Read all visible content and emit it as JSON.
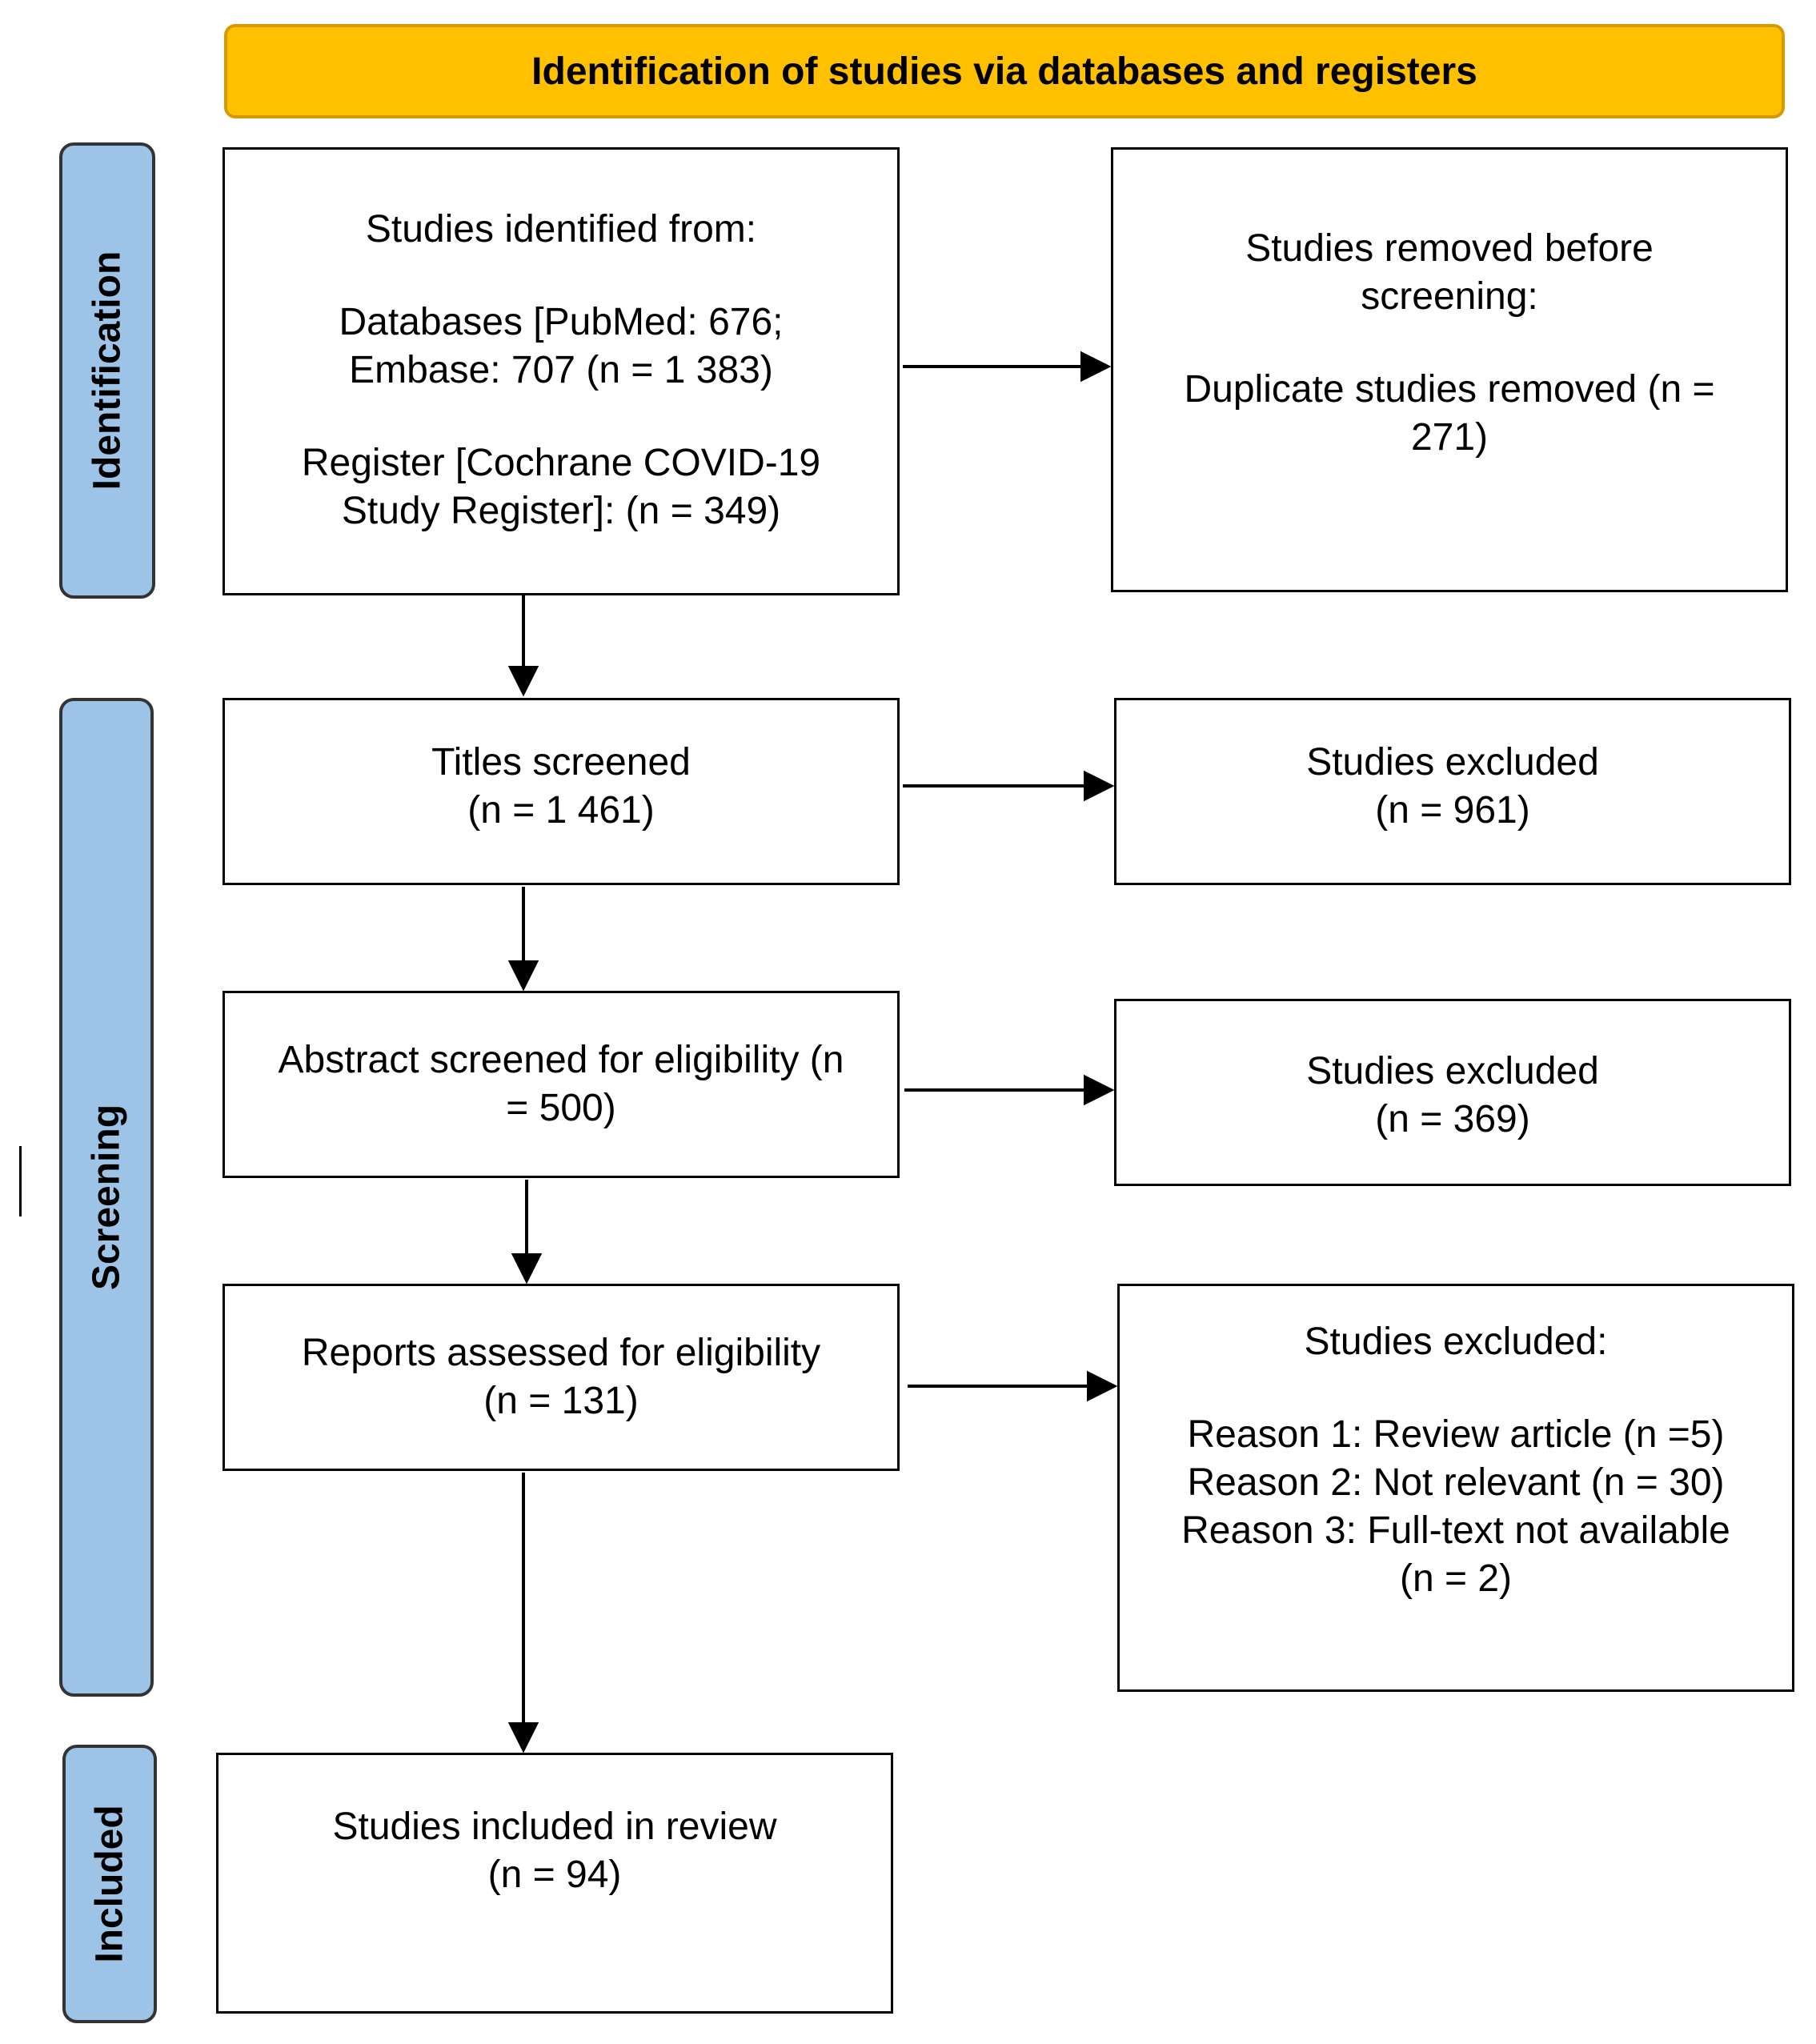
{
  "header": {
    "title": "Identification of studies via databases and registers"
  },
  "stages": {
    "identification": "Identification",
    "screening": "Screening",
    "included": "Included"
  },
  "boxes": {
    "identified": {
      "heading": "Studies identified from:",
      "databases_line1": "Databases [PubMed: 676;",
      "databases_line2": "Embase: 707 (n = 1 383)",
      "register_line1": "Register [Cochrane COVID-19",
      "register_line2": "Study Register]: (n = 349)"
    },
    "removed": {
      "heading_line1": "Studies removed before",
      "heading_line2": "screening:",
      "detail_line1": "Duplicate studies removed (n =",
      "detail_line2": "271)"
    },
    "titles": {
      "line1": "Titles screened",
      "line2": "(n = 1 461)"
    },
    "excluded_titles": {
      "line1": "Studies excluded",
      "line2": "(n = 961)"
    },
    "abstracts": {
      "line1": "Abstract screened for eligibility (n",
      "line2": "= 500)"
    },
    "excluded_abstracts": {
      "line1": "Studies excluded",
      "line2": "(n = 369)"
    },
    "reports": {
      "line1": "Reports assessed for eligibility",
      "line2": "(n = 131)"
    },
    "excluded_reports": {
      "heading": "Studies excluded:",
      "reason1": "Reason 1: Review article (n =5)",
      "reason2": "Reason 2: Not relevant (n = 30)",
      "reason3_line1": "Reason 3: Full-text not available",
      "reason3_line2": "(n = 2)"
    },
    "included": {
      "line1": "Studies included in review",
      "line2": "(n = 94)"
    }
  },
  "colors": {
    "header_fill": "#ffc000",
    "stage_fill": "#9dc3e6"
  }
}
